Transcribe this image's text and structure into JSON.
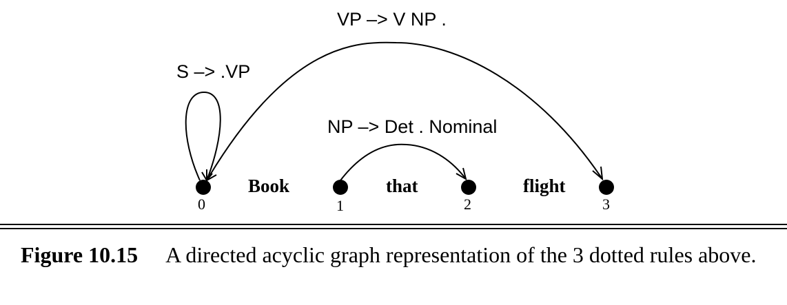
{
  "diagram": {
    "rules": [
      {
        "id": "self-loop",
        "label": "S –> .VP",
        "from": 0,
        "to": 0
      },
      {
        "id": "vp",
        "label": "VP –> V NP .",
        "from": 0,
        "to": 3
      },
      {
        "id": "np",
        "label": "NP –> Det . Nominal",
        "from": 1,
        "to": 2
      }
    ],
    "nodes": [
      {
        "index": "0"
      },
      {
        "index": "1"
      },
      {
        "index": "2"
      },
      {
        "index": "3"
      }
    ],
    "words": [
      "Book",
      "that",
      "flight"
    ]
  },
  "caption": {
    "label": "Figure 10.15",
    "text": "A directed acyclic graph representation of the 3 dotted rules above."
  }
}
